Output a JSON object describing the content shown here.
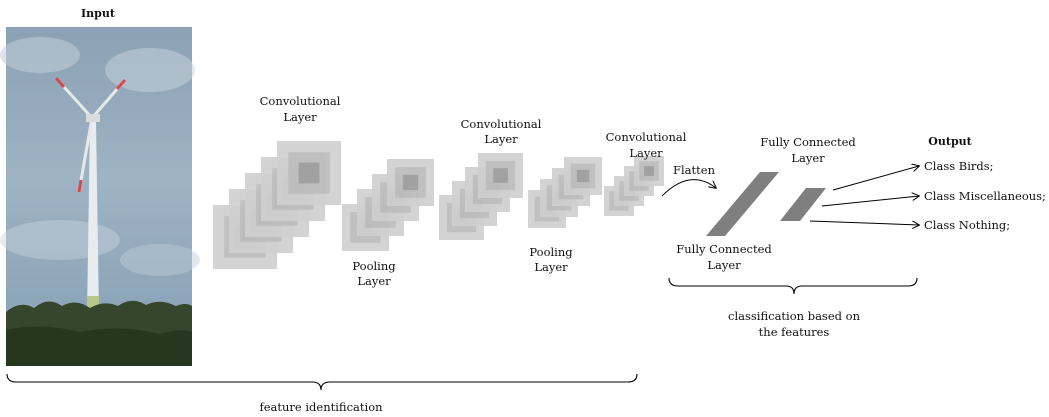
{
  "headers": {
    "input": "Input",
    "output": "Output"
  },
  "layers": {
    "conv1": [
      "Convolutional",
      "Layer"
    ],
    "pool1": [
      "Pooling",
      "Layer"
    ],
    "conv2": [
      "Convolutional",
      "Layer"
    ],
    "pool2": [
      "Pooling",
      "Layer"
    ],
    "conv3": [
      "Convolutional",
      "Layer"
    ],
    "flatten": "Flatten",
    "fc_top": [
      "Fully Connected",
      "Layer"
    ],
    "fc_bottom": [
      "Fully Connected",
      "Layer"
    ]
  },
  "outputs": [
    "Class Birds;",
    "Class Miscellaneous;",
    "Class Nothing;"
  ],
  "braces": {
    "classification": [
      "classification based on",
      "the features"
    ],
    "feature": "feature identification"
  },
  "colors": {
    "light": "#cfcfcf",
    "mid": "#a8a8a8",
    "dark": "#7f7f7f",
    "darkest": "#5e5e5e",
    "sky": "#8aa3b8",
    "forest": "#34462c"
  }
}
